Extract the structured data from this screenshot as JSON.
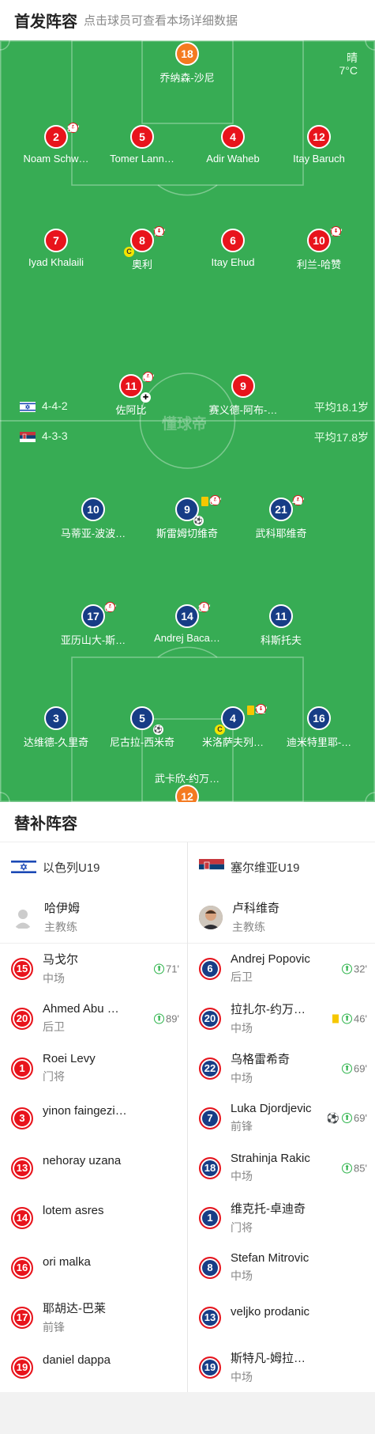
{
  "header": {
    "title": "首发阵容",
    "subtitle": "点击球员可查看本场详细数据"
  },
  "pitch": {
    "weather": "晴",
    "temperature": "7°C",
    "watermark": "懂球帝",
    "home": {
      "formation": "4-4-2",
      "avg_age": "平均18.1岁"
    },
    "away": {
      "formation": "4-3-3",
      "avg_age": "平均17.8岁"
    },
    "home_players": [
      {
        "num": "18",
        "name": "乔纳森-沙尼"
      },
      {
        "num": "2",
        "name": "Noam Schw…",
        "minute": "89'"
      },
      {
        "num": "5",
        "name": "Tomer Lann…"
      },
      {
        "num": "4",
        "name": "Adir Waheb"
      },
      {
        "num": "12",
        "name": "Itay Baruch"
      },
      {
        "num": "7",
        "name": "Iyad Khalaili"
      },
      {
        "num": "8",
        "name": "奥利",
        "minute": "71'"
      },
      {
        "num": "6",
        "name": "Itay Ehud"
      },
      {
        "num": "10",
        "name": "利兰-哈赞",
        "minute": "71'"
      },
      {
        "num": "11",
        "name": "佐阿比",
        "minute": "60'"
      },
      {
        "num": "9",
        "name": "赛义德-阿布-…"
      }
    ],
    "away_players": [
      {
        "num": "10",
        "name": "马蒂亚-波波…"
      },
      {
        "num": "9",
        "name": "斯雷姆切维奇",
        "minute": "69'"
      },
      {
        "num": "21",
        "name": "武科耶维奇",
        "minute": "46'"
      },
      {
        "num": "17",
        "name": "亚历山大-斯…",
        "minute": "69'"
      },
      {
        "num": "14",
        "name": "Andrej Baca…",
        "minute": "85'"
      },
      {
        "num": "11",
        "name": "科斯托夫"
      },
      {
        "num": "3",
        "name": "达维德-久里奇"
      },
      {
        "num": "5",
        "name": "尼古拉-西米奇"
      },
      {
        "num": "4",
        "name": "米洛萨夫列…",
        "minute": "32'"
      },
      {
        "num": "16",
        "name": "迪米特里耶-…"
      },
      {
        "num": "12",
        "name": "武卡欣-约万…"
      }
    ]
  },
  "subs": {
    "title": "替补阵容",
    "home_team": "以色列U19",
    "away_team": "塞尔维亚U19",
    "home_coach": {
      "name": "哈伊姆",
      "role": "主教练"
    },
    "away_coach": {
      "name": "卢科维奇",
      "role": "主教练"
    },
    "home": [
      {
        "num": "15",
        "name": "马戈尔",
        "pos": "中场",
        "minute": "71'"
      },
      {
        "num": "20",
        "name": "Ahmed Abu …",
        "pos": "后卫",
        "minute": "89'"
      },
      {
        "num": "1",
        "name": "Roei Levy",
        "pos": "门将"
      },
      {
        "num": "3",
        "name": "yinon faingezi…",
        "pos": ""
      },
      {
        "num": "13",
        "name": "nehoray uzana",
        "pos": ""
      },
      {
        "num": "14",
        "name": "lotem asres",
        "pos": ""
      },
      {
        "num": "16",
        "name": "ori malka",
        "pos": ""
      },
      {
        "num": "17",
        "name": "耶胡达-巴莱",
        "pos": "前锋"
      },
      {
        "num": "19",
        "name": "daniel dappa",
        "pos": ""
      }
    ],
    "away": [
      {
        "num": "6",
        "name": "Andrej Popovic",
        "pos": "后卫",
        "minute": "32'"
      },
      {
        "num": "20",
        "name": "拉扎尔-约万…",
        "pos": "中场",
        "minute": "46'"
      },
      {
        "num": "22",
        "name": "乌格雷希奇",
        "pos": "中场",
        "minute": "69'"
      },
      {
        "num": "7",
        "name": "Luka Djordjevic",
        "pos": "前锋",
        "minute": "69'"
      },
      {
        "num": "18",
        "name": "Strahinja Rakic",
        "pos": "中场",
        "minute": "85'"
      },
      {
        "num": "1",
        "name": "维克托-卓迪奇",
        "pos": "门将"
      },
      {
        "num": "8",
        "name": "Stefan Mitrovic",
        "pos": "中场"
      },
      {
        "num": "13",
        "name": "veljko prodanic",
        "pos": ""
      },
      {
        "num": "19",
        "name": "斯特凡-姆拉…",
        "pos": "中场"
      }
    ]
  }
}
